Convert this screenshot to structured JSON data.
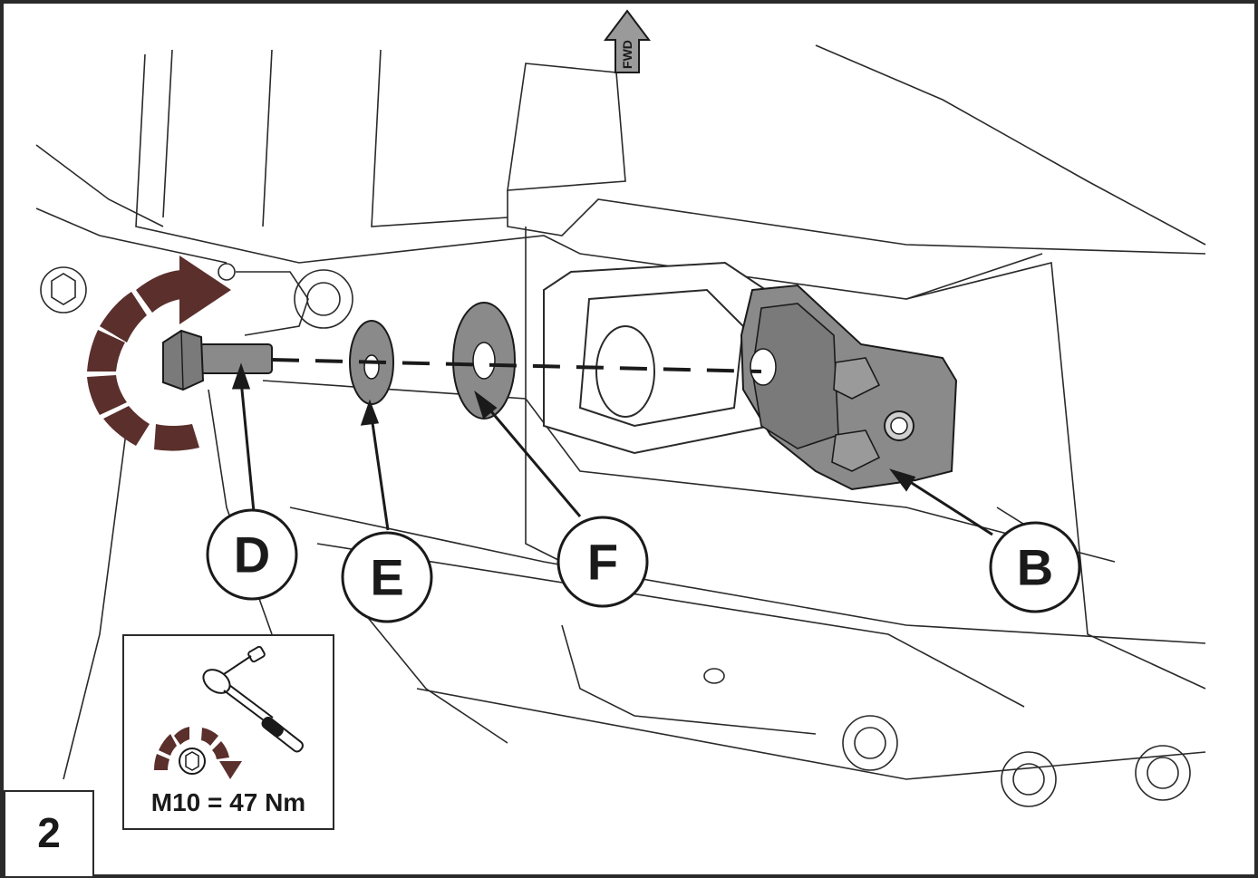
{
  "figure": {
    "step_number": "2",
    "direction_label": "FWD",
    "callouts": [
      {
        "id": "D",
        "label": "D"
      },
      {
        "id": "E",
        "label": "E"
      },
      {
        "id": "F",
        "label": "F"
      },
      {
        "id": "B",
        "label": "B"
      }
    ],
    "torque_spec": "M10 = 47 Nm",
    "colors": {
      "rotation_arrow": "#5a2f2c",
      "part_fill": "#8a8a8a",
      "line": "#2a2a2a"
    },
    "icons": [
      "hex-bolt-icon",
      "washer-icon",
      "spacer-icon",
      "bracket-icon",
      "rotation-arrow-icon",
      "torque-wrench-icon",
      "fwd-arrow-icon"
    ]
  }
}
